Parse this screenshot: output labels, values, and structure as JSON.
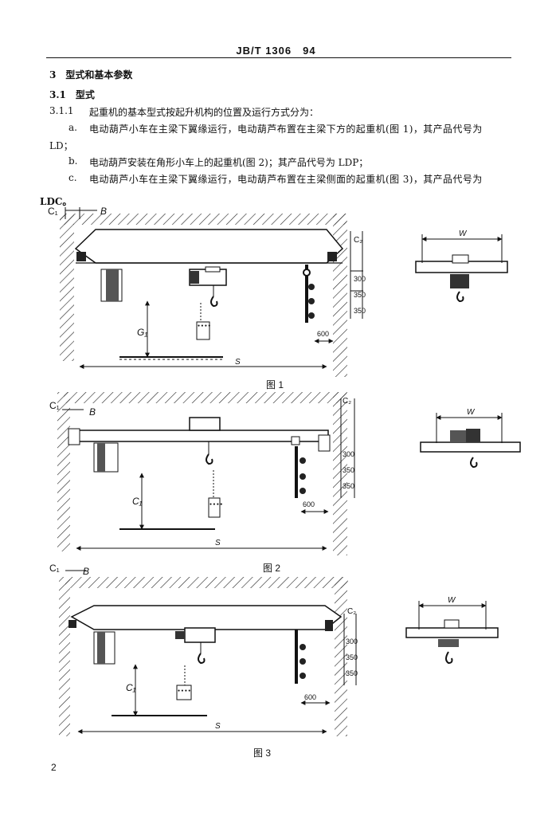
{
  "header": {
    "standard_id": "JB/T 1306　94"
  },
  "text": {
    "section_title": "3　型式和基本参数",
    "sub_title": "3.1　型式",
    "para_num": "3.1.1",
    "para_text": "起重机的基本型式按起升机构的位置及运行方式分为：",
    "item_a_label": "a.",
    "item_a_text": "电动葫芦小车在主梁下翼缘运行，电动葫芦布置在主梁下方的起重机(图 1)，其产品代号为",
    "item_a_cont": "LD；",
    "item_b_label": "b.",
    "item_b_text": "电动葫芦安装在角形小车上的起重机(图 2)；其产品代号为 LDP；",
    "item_c_label": "c.",
    "item_c_text": "电动葫芦小车在主梁下翼缘运行，电动葫芦布置在主梁侧面的起重机(图 3)，其产品代号为",
    "item_c_cont": "LDC。"
  },
  "figures": [
    {
      "caption": "图 1",
      "label_c": "C₁",
      "label_b": "B",
      "label_c2": "C₂",
      "label_g": "G₁",
      "label_s": "S",
      "label_w": "W",
      "dim_600": "600",
      "dim_350": "350",
      "dim_350b": "350",
      "dim_300": "300",
      "panel": "● ● ● ●"
    },
    {
      "caption": "图 2",
      "label_c": "C₁",
      "label_b": "B",
      "label_c2": "C₂",
      "label_g": "C₁",
      "label_s": "S",
      "label_w": "W",
      "dim_600": "600",
      "dim_350": "350",
      "dim_350b": "350",
      "dim_300": "300",
      "panel": "● ● ● ●"
    },
    {
      "caption": "图 3",
      "label_c": "C₁",
      "label_b": "B",
      "label_c2": "C₂",
      "label_g": "C₁",
      "label_s": "S",
      "label_w": "W",
      "dim_600": "600",
      "dim_350": "350",
      "dim_350b": "350",
      "dim_300": "300",
      "panel": "● ● ● ●"
    }
  ],
  "footer": {
    "page_number": "2"
  }
}
